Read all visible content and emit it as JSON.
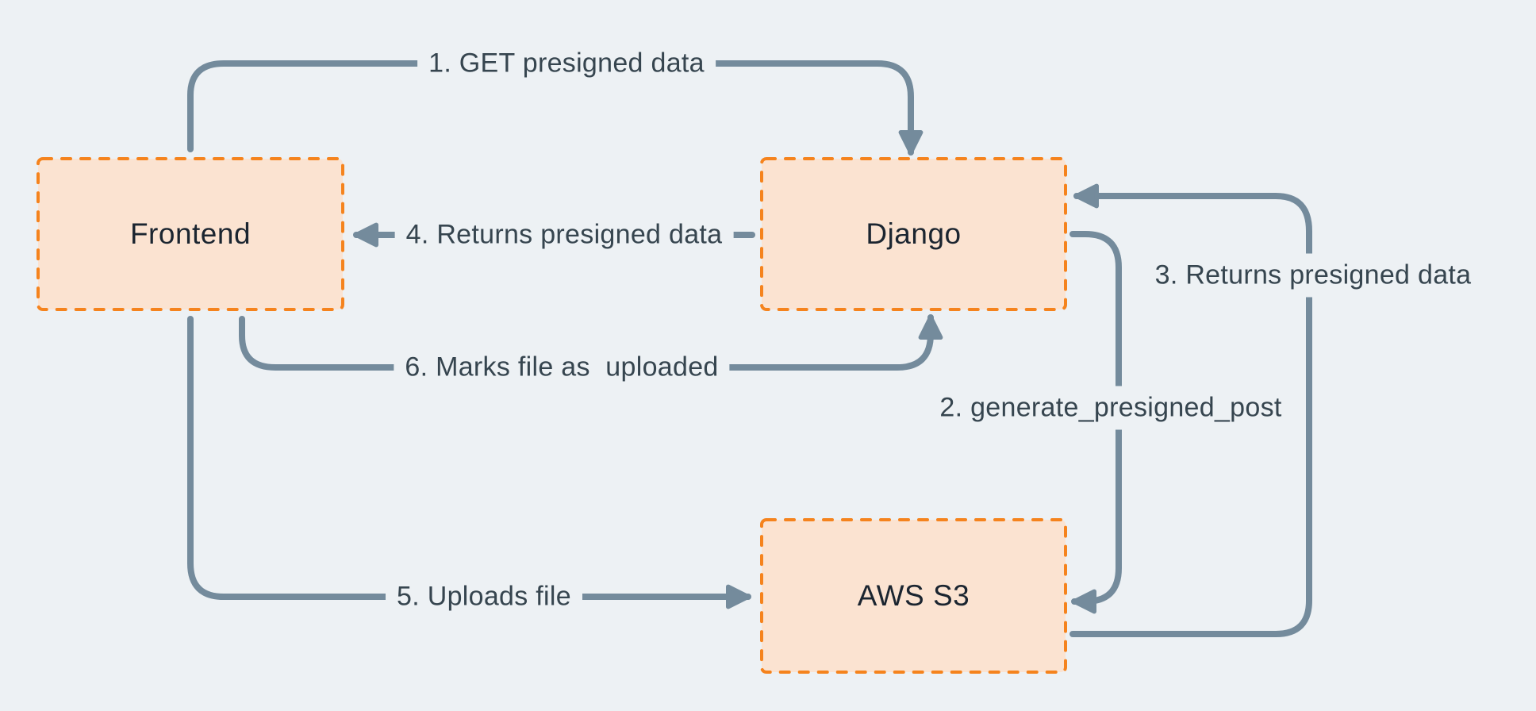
{
  "diagram": {
    "colors": {
      "background": "#EDF1F4",
      "node_fill": "#FBE3D1",
      "node_border": "#F5831D",
      "arrow": "#748B9C",
      "edge_label_text": "#36454F",
      "node_label_text": "#1B2530"
    },
    "nodes": [
      {
        "id": "frontend",
        "label": "Frontend"
      },
      {
        "id": "django",
        "label": "Django"
      },
      {
        "id": "aws_s3",
        "label": "AWS S3"
      }
    ],
    "edges": [
      {
        "step": "1",
        "label": "1. GET presigned data",
        "from": "frontend",
        "to": "django"
      },
      {
        "step": "2",
        "label": "2. generate_presigned_post",
        "from": "django",
        "to": "aws_s3"
      },
      {
        "step": "3",
        "label": "3. Returns presigned data",
        "from": "aws_s3",
        "to": "django"
      },
      {
        "step": "4",
        "label": "4. Returns presigned data",
        "from": "django",
        "to": "frontend"
      },
      {
        "step": "5",
        "label": "5. Uploads file",
        "from": "frontend",
        "to": "aws_s3"
      },
      {
        "step": "6",
        "label": "6. Marks file as  uploaded",
        "from": "frontend",
        "to": "django"
      }
    ]
  }
}
